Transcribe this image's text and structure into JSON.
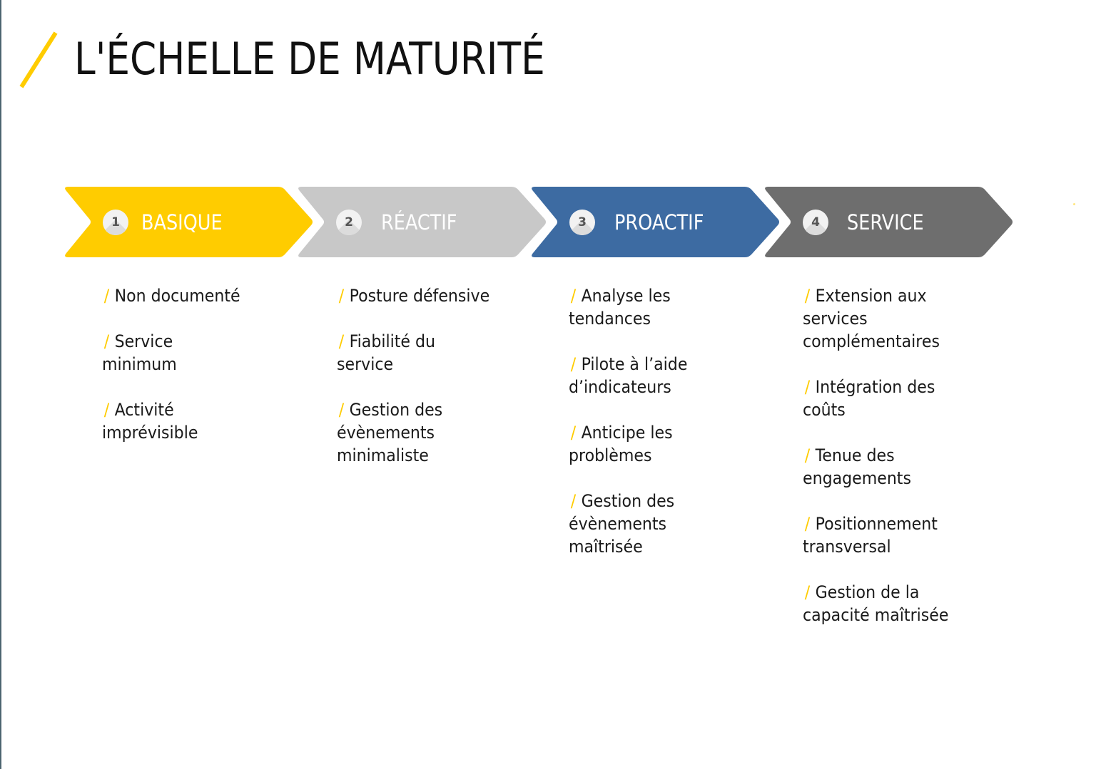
{
  "page": {
    "title": "L'ÉCHELLE DE MATURITÉ",
    "accent_color": "#ffcc00"
  },
  "stages": [
    {
      "number": "1",
      "label": "BASIQUE",
      "color": "#ffcc00",
      "items": [
        "Non documenté",
        "Service minimum",
        "Activité imprévisible"
      ]
    },
    {
      "number": "2",
      "label": "RÉACTIF",
      "color": "#c8c8c8",
      "items": [
        "Posture défensive",
        "Fiabilité du service",
        "Gestion des évènements minimaliste"
      ]
    },
    {
      "number": "3",
      "label": "PROACTIF",
      "color": "#3d6ba2",
      "items": [
        "Analyse les tendances",
        "Pilote à l’aide d’indicateurs",
        "Anticipe les problèmes",
        "Gestion des évènements maîtrisée"
      ]
    },
    {
      "number": "4",
      "label": "SERVICE",
      "color": "#6e6e6e",
      "items": [
        "Extension aux services complémentaires",
        "Intégration des coûts",
        "Tenue des engagements",
        "Positionnement transversal",
        "Gestion de la capacité maîtrisée"
      ]
    }
  ],
  "bullet_glyph": "/"
}
